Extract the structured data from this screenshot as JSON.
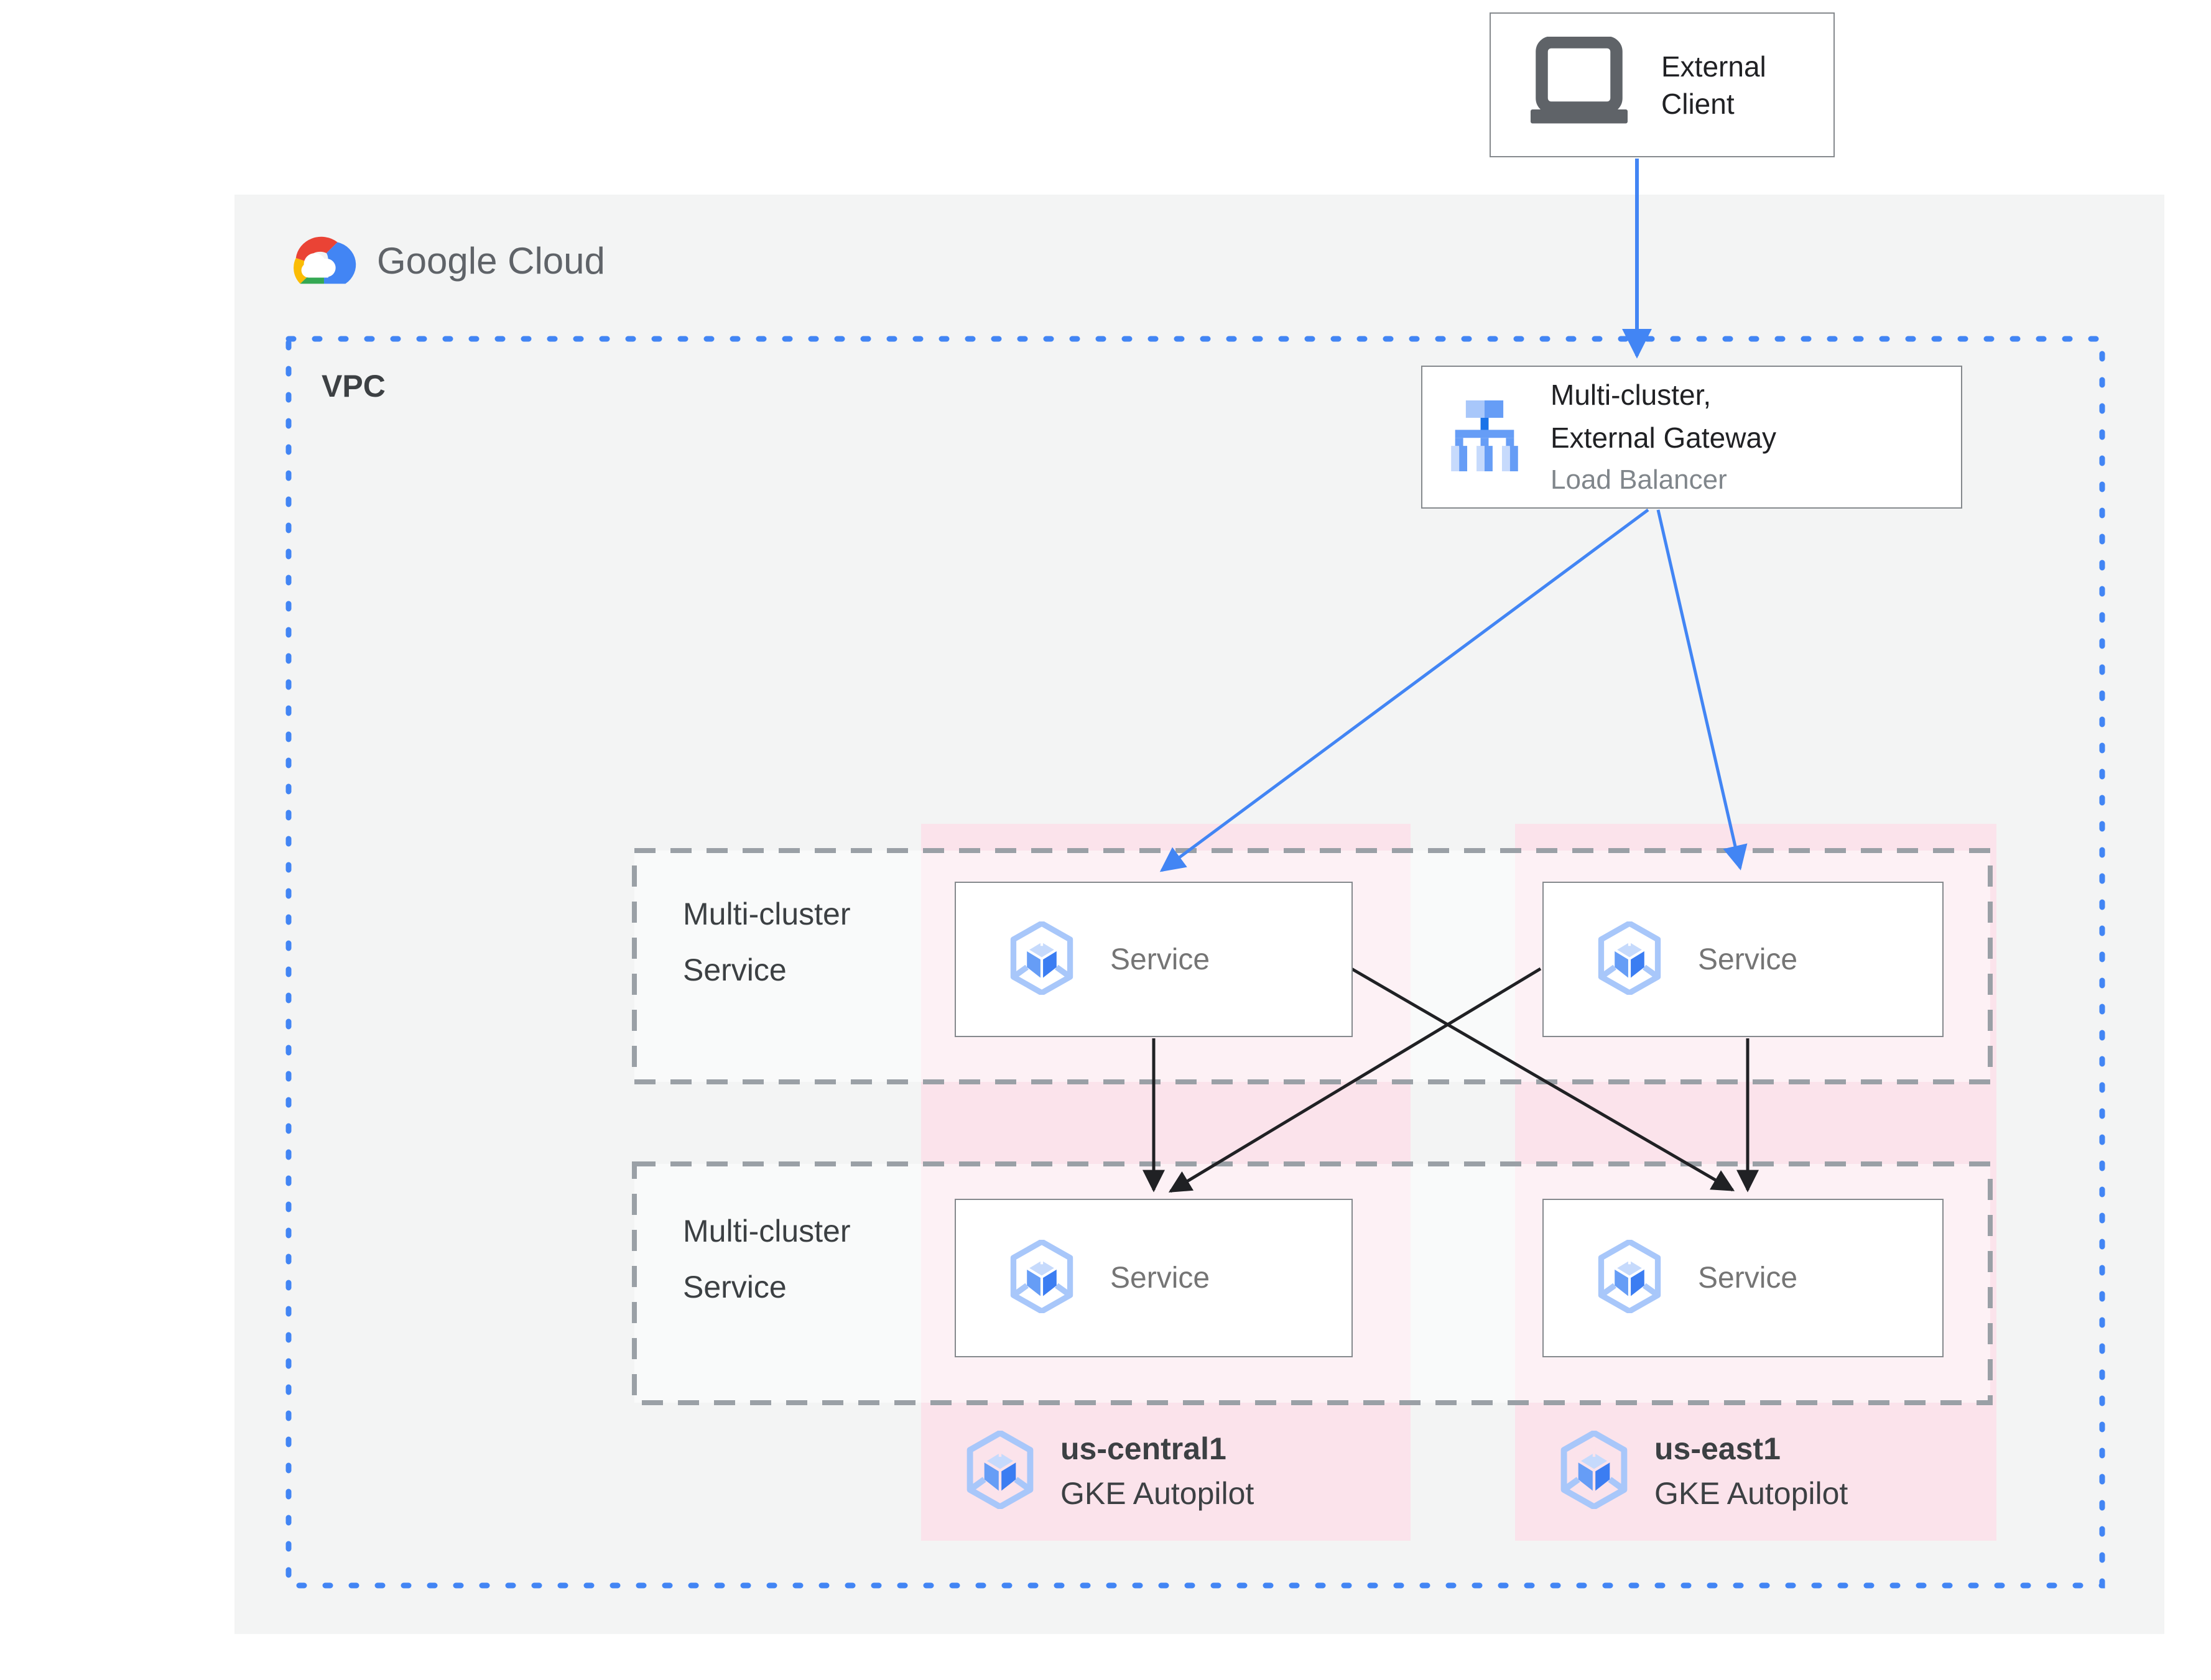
{
  "header": {
    "logo_text": "Google Cloud"
  },
  "external_client": {
    "line1": "External",
    "line2": "Client"
  },
  "vpc": {
    "label": "VPC"
  },
  "load_balancer": {
    "title_line1": "Multi-cluster,",
    "title_line2": "External Gateway",
    "subtitle": "Load Balancer"
  },
  "service_rows": [
    {
      "label_line1": "Multi-cluster",
      "label_line2": "Service",
      "services": [
        {
          "label": "Service"
        },
        {
          "label": "Service"
        }
      ]
    },
    {
      "label_line1": "Multi-cluster",
      "label_line2": "Service",
      "services": [
        {
          "label": "Service"
        },
        {
          "label": "Service"
        }
      ]
    }
  ],
  "clusters": [
    {
      "region": "us-central1",
      "platform": "GKE Autopilot"
    },
    {
      "region": "us-east1",
      "platform": "GKE Autopilot"
    }
  ],
  "connections": [
    {
      "from": "external-client",
      "to": "load-balancer",
      "color": "#4285F4"
    },
    {
      "from": "load-balancer",
      "to": "row1-service-us-central1",
      "color": "#4285F4"
    },
    {
      "from": "load-balancer",
      "to": "row1-service-us-east1",
      "color": "#4285F4"
    },
    {
      "from": "row1-service-us-central1",
      "to": "row2-service-us-central1",
      "color": "#202124"
    },
    {
      "from": "row1-service-us-central1",
      "to": "row2-service-us-east1",
      "color": "#202124"
    },
    {
      "from": "row1-service-us-east1",
      "to": "row2-service-us-central1",
      "color": "#202124"
    },
    {
      "from": "row1-service-us-east1",
      "to": "row2-service-us-east1",
      "color": "#202124"
    }
  ],
  "colors": {
    "accent_blue": "#4285F4",
    "dashed_gray": "#9AA0A6",
    "pink_cluster": "#FBE3EB",
    "background_gray": "#F3F4F4",
    "text_black": "#202124",
    "text_gray": "#5F6368",
    "icon_blue_light": "#A8C7FA",
    "icon_blue_lighter": "#C6DAFC",
    "icon_blue_medium": "#669DF6",
    "icon_blue_dark": "#1A73E8"
  }
}
